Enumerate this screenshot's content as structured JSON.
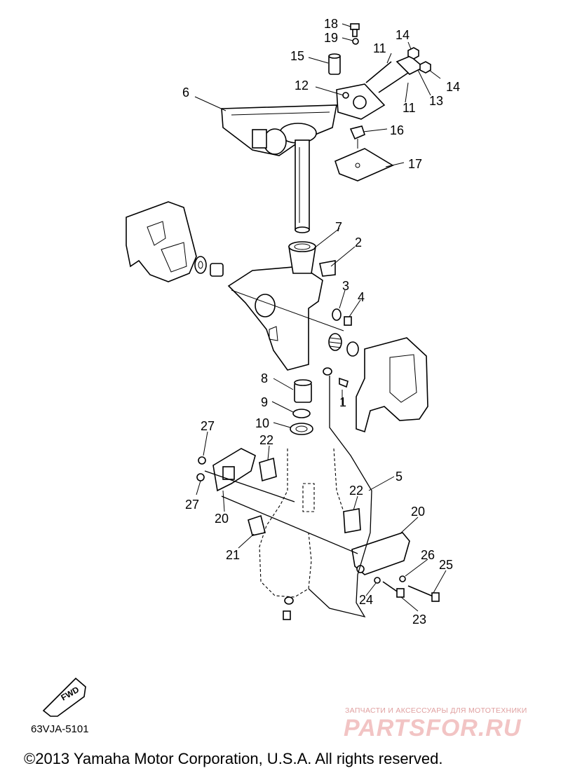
{
  "callouts": [
    {
      "label": "18"
    },
    {
      "label": "19"
    },
    {
      "label": "15"
    },
    {
      "label": "11"
    },
    {
      "label": "14"
    },
    {
      "label": "14"
    },
    {
      "label": "12"
    },
    {
      "label": "13"
    },
    {
      "label": "6"
    },
    {
      "label": "11"
    },
    {
      "label": "16"
    },
    {
      "label": "17"
    },
    {
      "label": "7"
    },
    {
      "label": "2"
    },
    {
      "label": "3"
    },
    {
      "label": "4"
    },
    {
      "label": "1"
    },
    {
      "label": "8"
    },
    {
      "label": "9"
    },
    {
      "label": "10"
    },
    {
      "label": "27"
    },
    {
      "label": "22"
    },
    {
      "label": "5"
    },
    {
      "label": "22"
    },
    {
      "label": "27"
    },
    {
      "label": "20"
    },
    {
      "label": "20"
    },
    {
      "label": "21"
    },
    {
      "label": "26"
    },
    {
      "label": "25"
    },
    {
      "label": "24"
    },
    {
      "label": "23"
    }
  ],
  "fwd_badge": "FWD",
  "diagram_code": "63VJA-5101",
  "copyright": "©2013 Yamaha Motor Corporation, U.S.A. All rights reserved.",
  "watermark": {
    "tagline": "ЗАПЧАСТИ И АКСЕССУАРЫ ДЛЯ МОТОТЕХНИКИ",
    "brand": "PARTSFOR.RU"
  }
}
